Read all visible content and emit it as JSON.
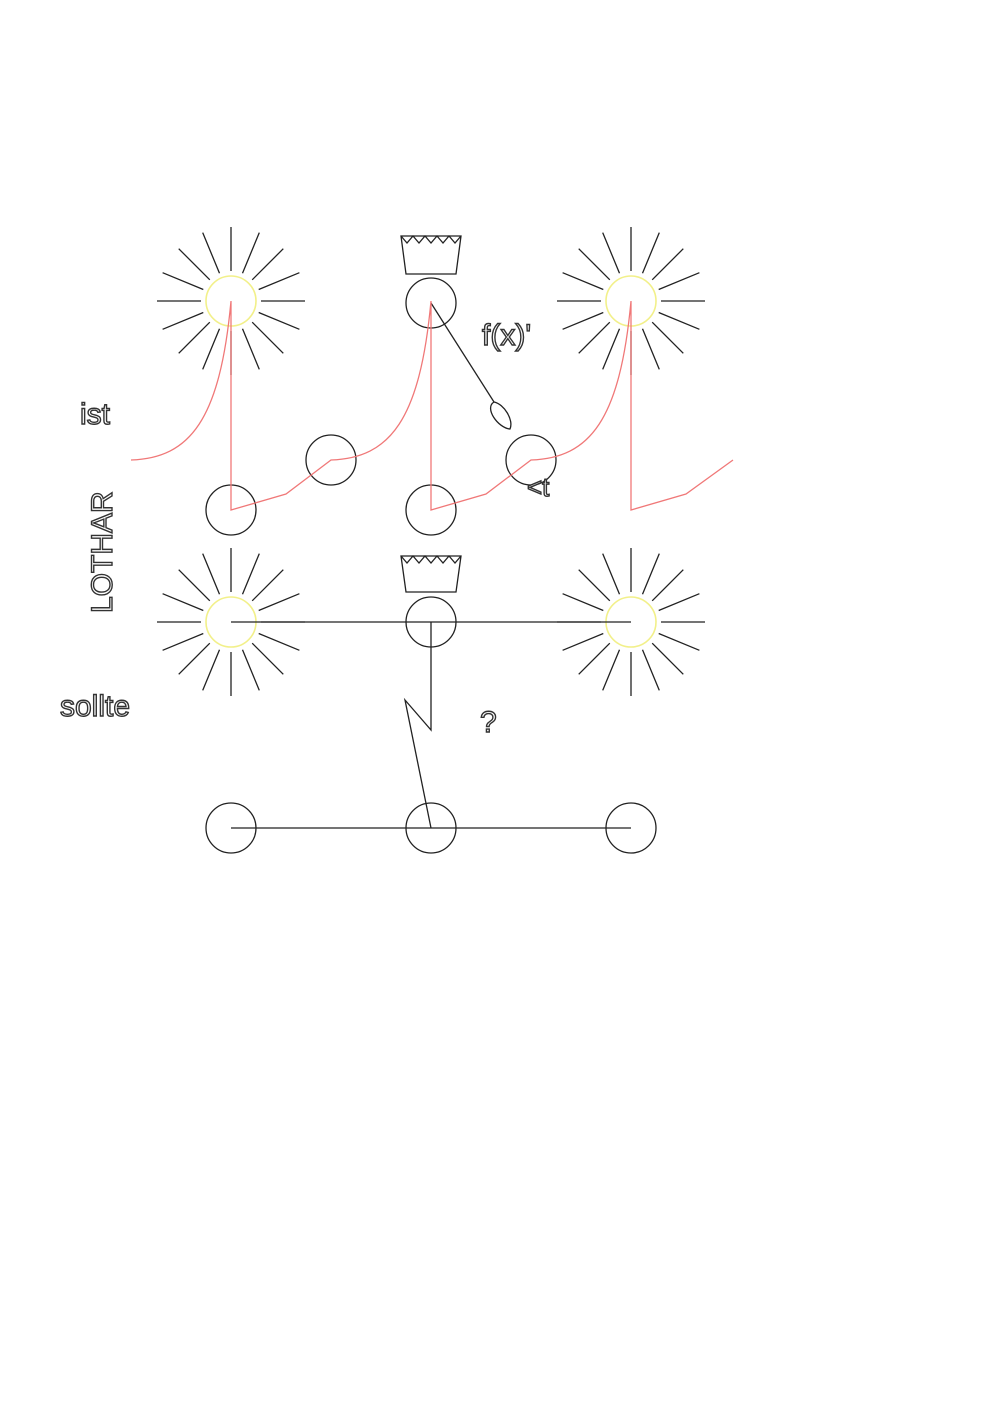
{
  "labels": {
    "ist": "ist",
    "lothar": "LOTHAR",
    "sollte": "sollte",
    "fx": "f(x)'",
    "dt": "<t",
    "question": "?"
  },
  "colors": {
    "line": "#222222",
    "sun_core": "#f2f08a",
    "red_curve": "#f07878",
    "text_outline": "#333333"
  },
  "icons": [
    "sun-icon",
    "crown-icon",
    "pen-icon"
  ]
}
